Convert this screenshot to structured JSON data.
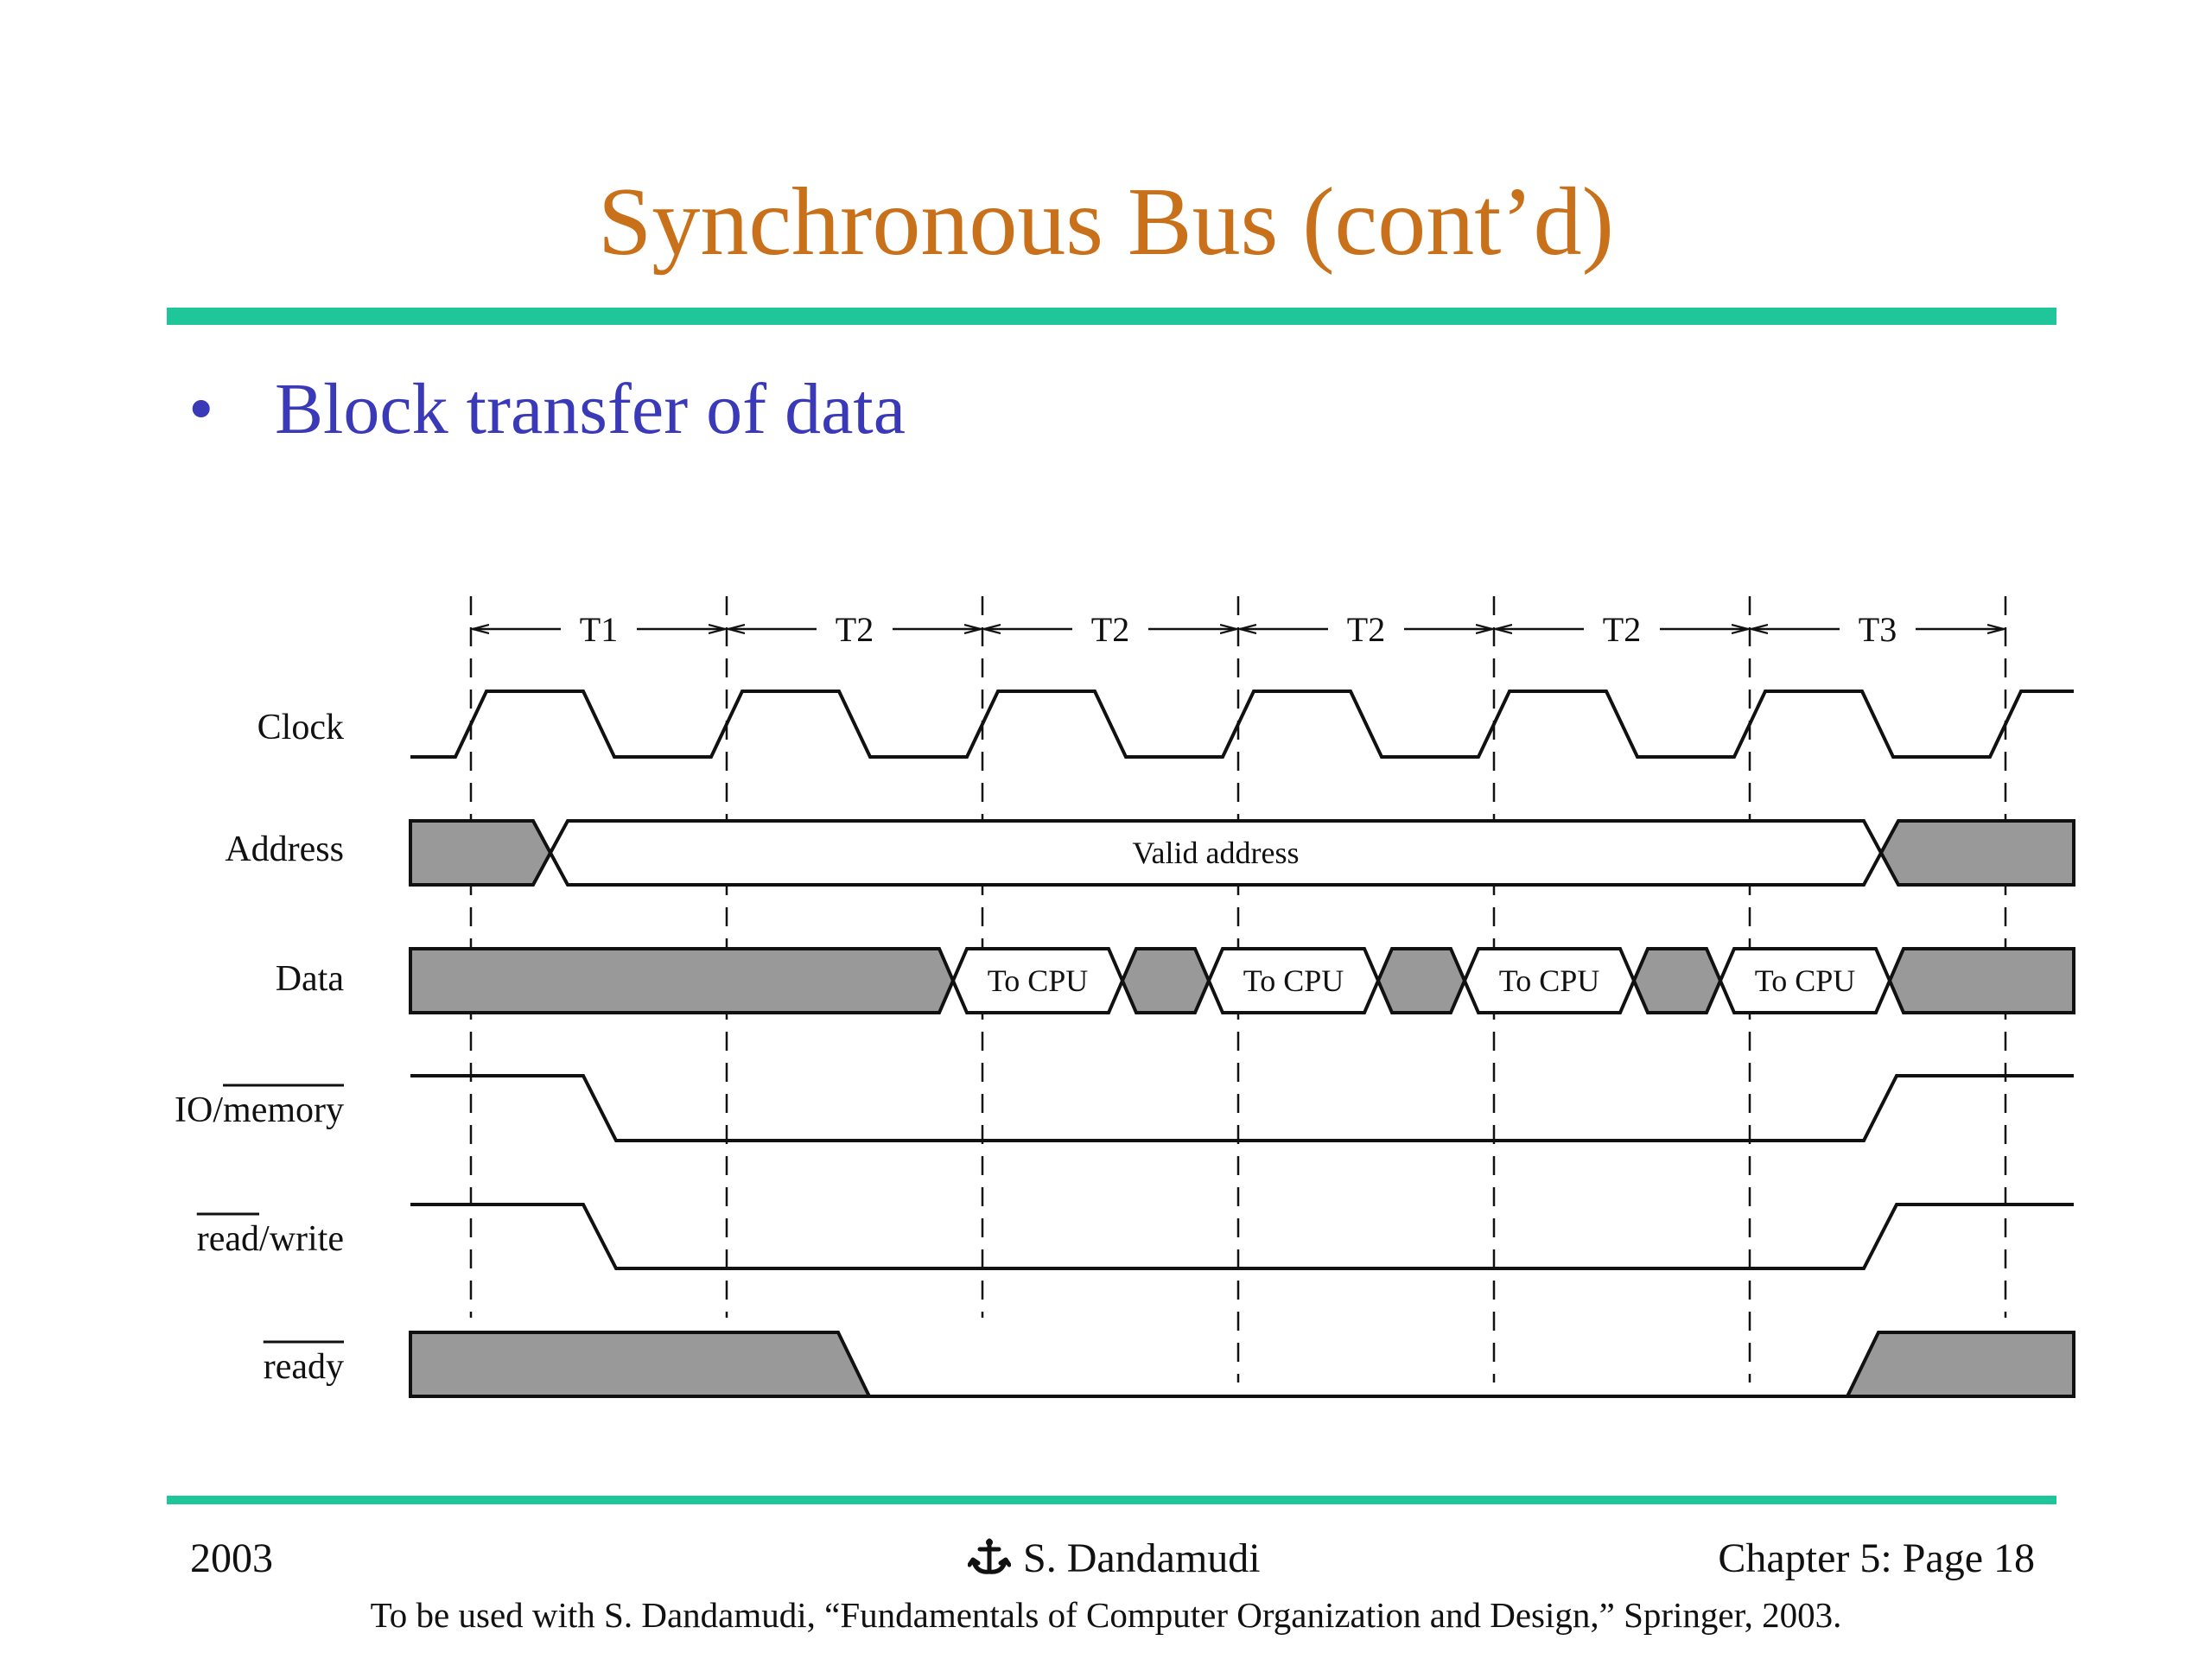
{
  "slide": {
    "title": "Synchronous Bus (cont’d)",
    "bullet": "Block transfer of data",
    "footer": {
      "year": "2003",
      "author": "S. Dandamudi",
      "page": "Chapter 5: Page 18",
      "note": "To be used with S. Dandamudi, “Fundamentals of Computer Organization and Design,” Springer, 2003."
    },
    "colors": {
      "title": "#c8701a",
      "bullet": "#3a3ab8",
      "rule": "#1fc69a",
      "shade": "#999999"
    }
  },
  "diagram": {
    "cycles": [
      "T1",
      "T2",
      "T2",
      "T2",
      "T2",
      "T3"
    ],
    "signals": [
      {
        "id": "clock",
        "label": "Clock",
        "overbar": ""
      },
      {
        "id": "address",
        "label": "Address",
        "overbar": "",
        "valid_text": "Valid address"
      },
      {
        "id": "data",
        "label": "Data",
        "overbar": "",
        "box_text": "To CPU",
        "box_count": 4
      },
      {
        "id": "io",
        "label": "IO/memory",
        "overbar": "memory"
      },
      {
        "id": "rw",
        "label": "read/write",
        "overbar": "read"
      },
      {
        "id": "ready",
        "label": "ready",
        "overbar": "ready"
      }
    ]
  }
}
